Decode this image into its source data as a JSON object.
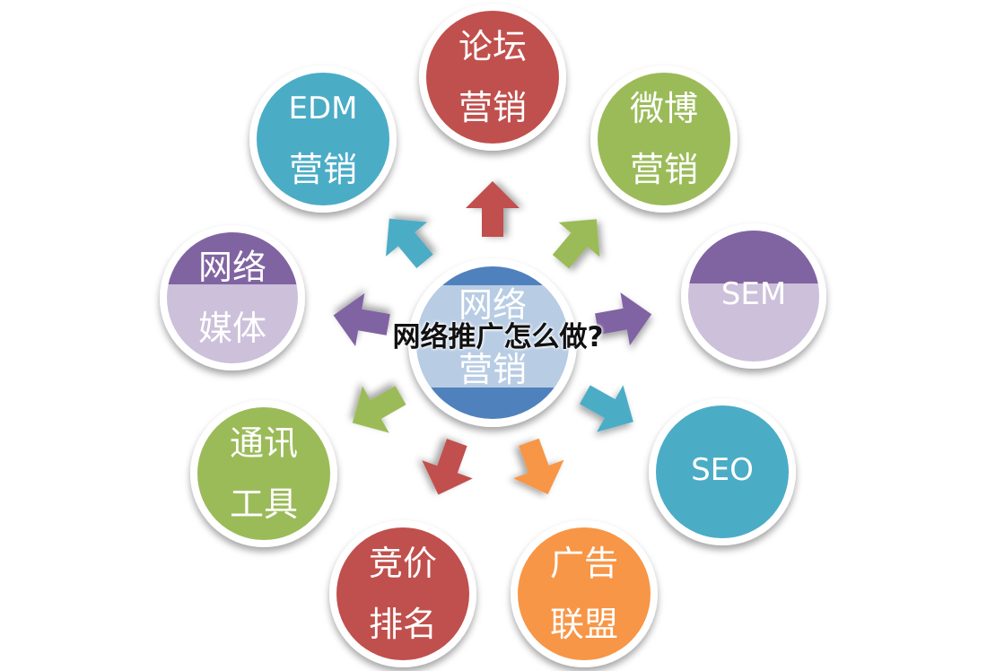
{
  "title": "网络推广怎么做?",
  "center": {
    "lines": [
      "网络",
      "营销"
    ],
    "colors": {
      "top": "#4f81bd",
      "band": "#b8cce4"
    }
  },
  "nodes": [
    {
      "id": "forum",
      "lines": [
        "论坛",
        "营销"
      ],
      "color": "#c0504d"
    },
    {
      "id": "weibo",
      "lines": [
        "微博",
        "营销"
      ],
      "color": "#9bbb59"
    },
    {
      "id": "sem",
      "lines": [
        "SEM"
      ],
      "color": "#8064a2",
      "light": "#ccc0da",
      "split": true
    },
    {
      "id": "seo",
      "lines": [
        "SEO"
      ],
      "color": "#4bacc6"
    },
    {
      "id": "ad",
      "lines": [
        "广告",
        "联盟"
      ],
      "color": "#f79646"
    },
    {
      "id": "bidding",
      "lines": [
        "竞价",
        "排名"
      ],
      "color": "#c0504d"
    },
    {
      "id": "im",
      "lines": [
        "通讯",
        "工具"
      ],
      "color": "#9bbb59"
    },
    {
      "id": "media",
      "lines": [
        "网络",
        "媒体"
      ],
      "color": "#8064a2",
      "light": "#ccc0da",
      "split": true
    },
    {
      "id": "edm",
      "lines": [
        "EDM",
        "营销"
      ],
      "color": "#4bacc6"
    }
  ]
}
